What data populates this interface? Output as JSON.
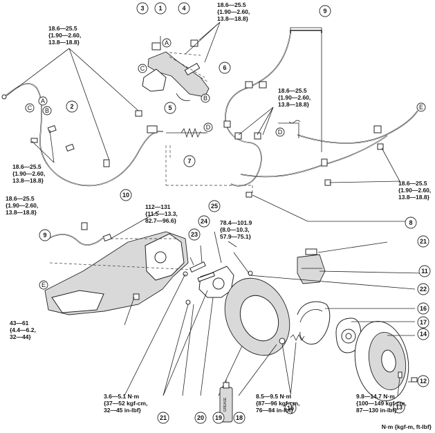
{
  "callouts": {
    "c1": "1",
    "c2": "2",
    "c3": "3",
    "c4": "4",
    "c5": "5",
    "c6": "6",
    "c7": "7",
    "c8": "8",
    "c9a": "9",
    "c9b": "9",
    "c10": "10",
    "c11": "11",
    "c12": "12",
    "c13": "13",
    "c14": "14",
    "c15": "15",
    "c16": "16",
    "c17": "17",
    "c18": "18",
    "c19": "19",
    "c20": "20",
    "c21a": "21",
    "c21b": "21",
    "c22": "22",
    "c23": "23",
    "c24": "24",
    "c25": "25"
  },
  "letters": {
    "a1": "A",
    "a2": "A",
    "b1": "B",
    "b2": "B",
    "c1": "C",
    "c2": "C",
    "d1": "D",
    "d2": "D",
    "e1": "E",
    "e2": "E"
  },
  "torques": {
    "t_top_left": [
      "18.6—25.5",
      "{1.90—2.60,",
      "13.8—18.8}"
    ],
    "t_top_center": [
      "18.6—25.5",
      "{1.90—2.60,",
      "13.8—18.8}"
    ],
    "t_mid_right": [
      "18.6—25.5",
      "{1.90—2.60,",
      "13.8—18.8}"
    ],
    "t_left_mid": [
      "18.6—25.5",
      "{1.90—2.60,",
      "13.8—18.8}"
    ],
    "t_right_low": [
      "18.6—25.5",
      "{1.90—2.60,",
      "13.8—18.8}"
    ],
    "t_left_lower": [
      "18.6—25.5",
      "{1.90—2.60,",
      "13.8—18.8}"
    ],
    "t_112": [
      "112—131",
      "{11.5—13.3,",
      "82.7—96.6}"
    ],
    "t_78": [
      "78.4—101.9",
      "{8.0—10.3,",
      "57.9—75.1}"
    ],
    "t_43": [
      "43—61",
      "{4.4—6.2,",
      "32—44}"
    ],
    "t_36": [
      "3.6—5.1 N·m",
      "{37—52 kgf-cm,",
      "32—45 in-lbf}"
    ],
    "t_85": [
      "8.5—9.5 N·m",
      "{87—96 kgf-cm,",
      "76—84 in-lbf}"
    ],
    "t_98": [
      "9.8—14.7 N·m",
      "{100—149 kgf-cm,",
      "87—130 in-lbf}"
    ]
  },
  "grease_label": "GREASE",
  "units_note": "N·m {kgf-m, ft-lbf}"
}
